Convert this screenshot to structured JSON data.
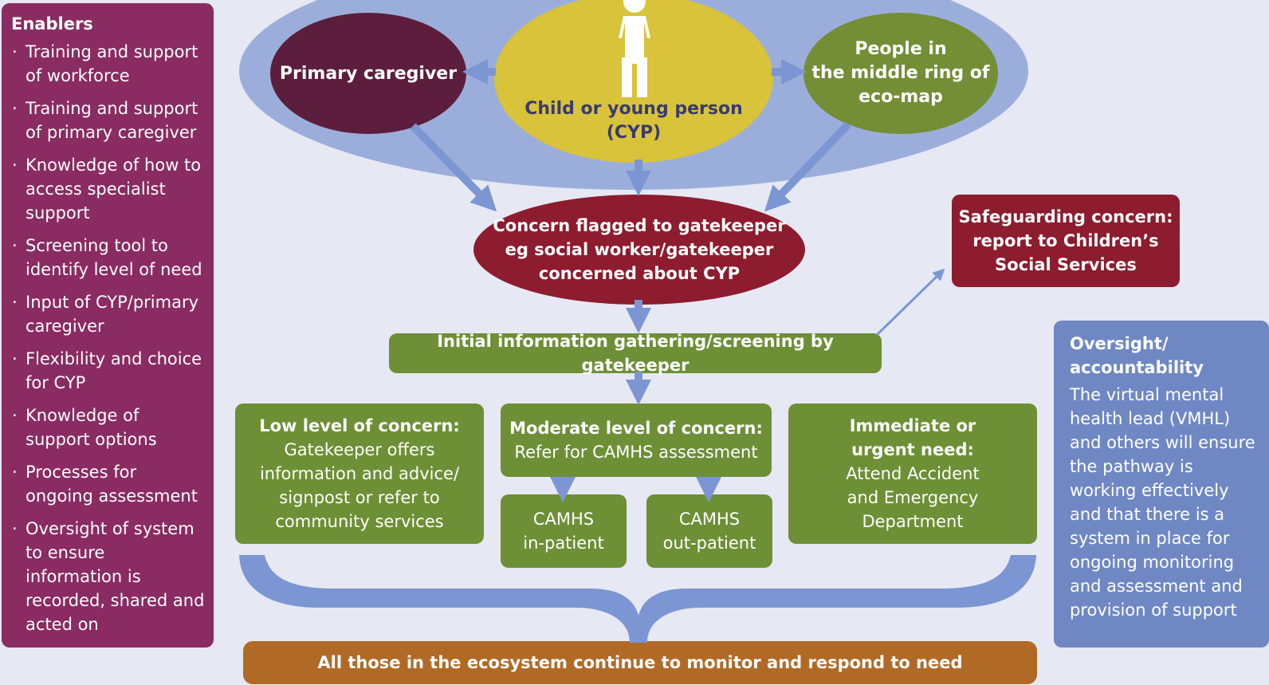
{
  "enablers": {
    "title": "Enablers",
    "items": [
      "Training and support of workforce",
      "Training and support of primary caregiver",
      "Knowledge of how to access specialist support",
      "Screening tool to identify level of need",
      "Input of CYP/primary caregiver",
      "Flexibility and choice for CYP",
      "Knowledge of support options",
      "Processes for ongoing assessment",
      "Oversight of system to ensure information is recorded, shared and acted on"
    ]
  },
  "ecomap": {
    "caregiver": "Primary caregiver",
    "child_line1": "Child or young person",
    "child_line2": "(CYP)",
    "middle_line1": "People in",
    "middle_line2": "the middle ring of",
    "middle_line3": "eco-map"
  },
  "concern": {
    "line1": "Concern flagged to gatekeeper",
    "line2": "eg social worker/gatekeeper",
    "line3": "concerned about CYP"
  },
  "safeguarding": {
    "line1": "Safeguarding concern:",
    "line2": "report to Children’s",
    "line3": "Social Services"
  },
  "screening": "Initial information gathering/screening by gatekeeper",
  "low": {
    "heading": "Low level of concern:",
    "body_line1": "Gatekeeper offers",
    "body_line2": "information and advice/",
    "body_line3": "signpost or refer to",
    "body_line4": "community services"
  },
  "moderate": {
    "heading": "Moderate level of concern:",
    "body": "Refer for CAMHS assessment"
  },
  "inpatient": {
    "line1": "CAMHS",
    "line2": "in-patient"
  },
  "outpatient": {
    "line1": "CAMHS",
    "line2": "out-patient"
  },
  "urgent": {
    "heading_line1": "Immediate or",
    "heading_line2": "urgent need:",
    "body_line1": "Attend Accident",
    "body_line2": "and Emergency",
    "body_line3": "Department"
  },
  "oversight": {
    "title_line1": "Oversight/",
    "title_line2": "accountability",
    "body": "The virtual mental health lead (VMHL) and others will ensure the pathway is working effectively and that there is a system in place for ongoing monitoring and assessment and provision of support"
  },
  "footer": "All those in the ecosystem continue to monitor and respond to need",
  "colors": {
    "enablers": "#8a2b62",
    "oversight": "#6f88c4",
    "ring": "#9baedb",
    "child": "#d8c33a",
    "caregiver": "#5c1e3c",
    "middle": "#738e35",
    "concern": "#8c1c2e",
    "green": "#6d8f36",
    "footer": "#b06a26",
    "arrow": "#7b96d2"
  }
}
